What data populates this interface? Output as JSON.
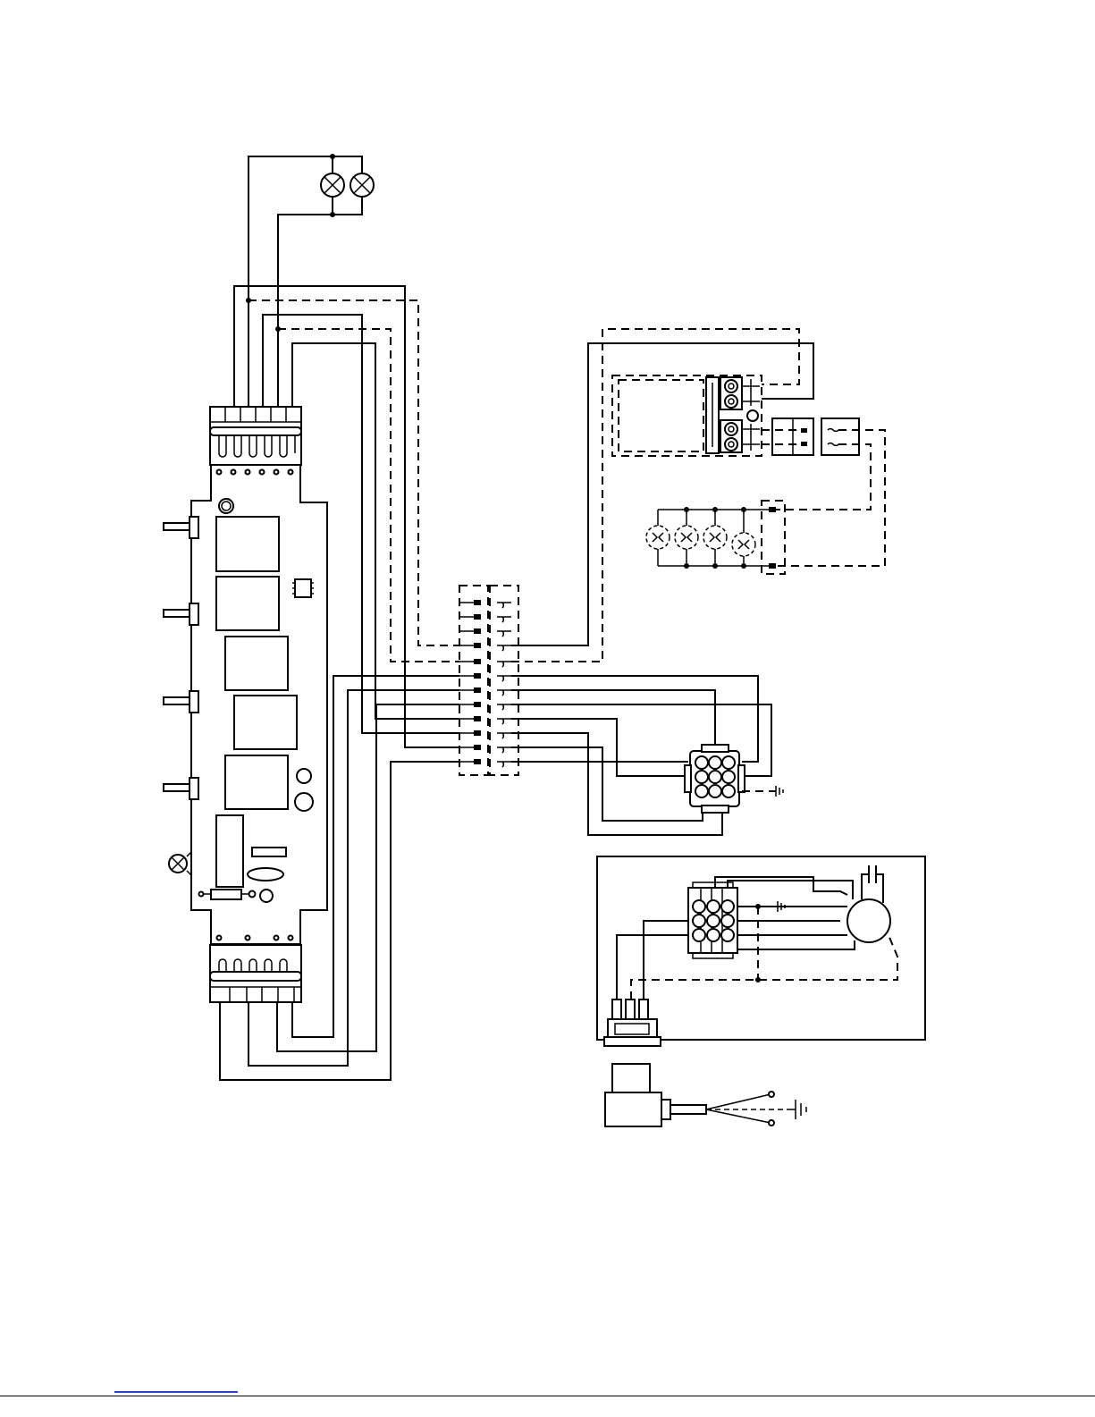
{
  "document": {
    "type": "wiring-diagram",
    "text_labels": []
  },
  "colors": {
    "line": "#000000",
    "background": "#ffffff",
    "footer_link": "#2f3fd6"
  },
  "components": {
    "pilot_lamps": {
      "icon": "lamp-icon",
      "count": 2
    },
    "control_board": {
      "icon": "circuit-board-icon",
      "top_terminals": 6,
      "bottom_terminals": 6,
      "relays": 5,
      "side_tabs": 4
    },
    "terminal_block": {
      "icon": "terminal-block-icon",
      "positions": 12
    },
    "heater_assembly": {
      "icon": "heater-icon"
    },
    "bulb_row": {
      "icon": "bulb-icon",
      "count": 4
    },
    "connector_9pin": {
      "icon": "connector-icon",
      "pins": 9
    },
    "motor_box": {
      "icon": "motor-icon",
      "connector_pins": 9
    },
    "rocker_switch": {
      "icon": "switch-icon"
    },
    "solenoid": {
      "icon": "solenoid-icon"
    },
    "ground_symbols": {
      "icon": "ground-icon",
      "count": 3
    }
  }
}
